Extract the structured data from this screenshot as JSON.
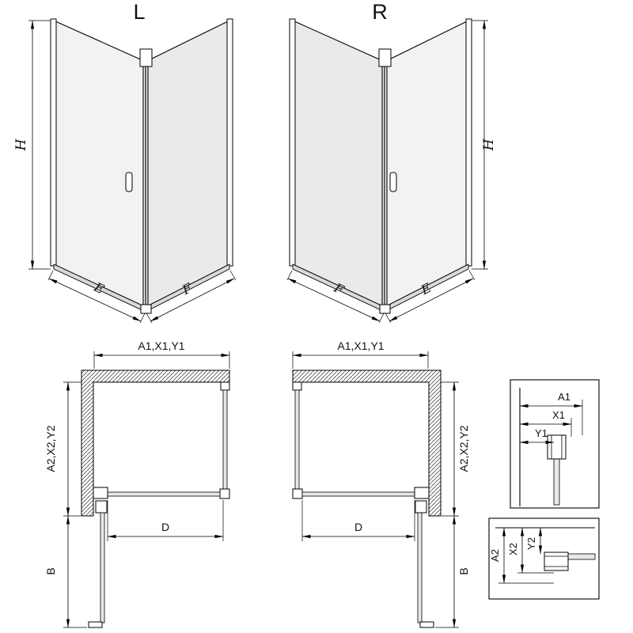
{
  "drawing": {
    "iso_left": {
      "label": "L",
      "dim_height": "H",
      "dim_front": "E",
      "dim_side": "F"
    },
    "iso_right": {
      "label": "R",
      "dim_height": "H",
      "dim_front": "E",
      "dim_side": "F"
    },
    "plan_left": {
      "dim_width_top": "A1,X1,Y1",
      "dim_depth_side": "A2,X2,Y2",
      "dim_door": "D",
      "dim_swing": "B"
    },
    "plan_right": {
      "dim_width_top": "A1,X1,Y1",
      "dim_depth_side": "A2,X2,Y2",
      "dim_door": "D",
      "dim_swing": "B"
    },
    "detail_top": {
      "dim_a1": "A1",
      "dim_x1": "X1",
      "dim_y1": "Y1"
    },
    "detail_bottom": {
      "dim_a2": "A2",
      "dim_x2": "X2",
      "dim_y2": "Y2"
    },
    "colors": {
      "line": "#000000",
      "glass": "#efefef",
      "background": "#ffffff"
    }
  }
}
